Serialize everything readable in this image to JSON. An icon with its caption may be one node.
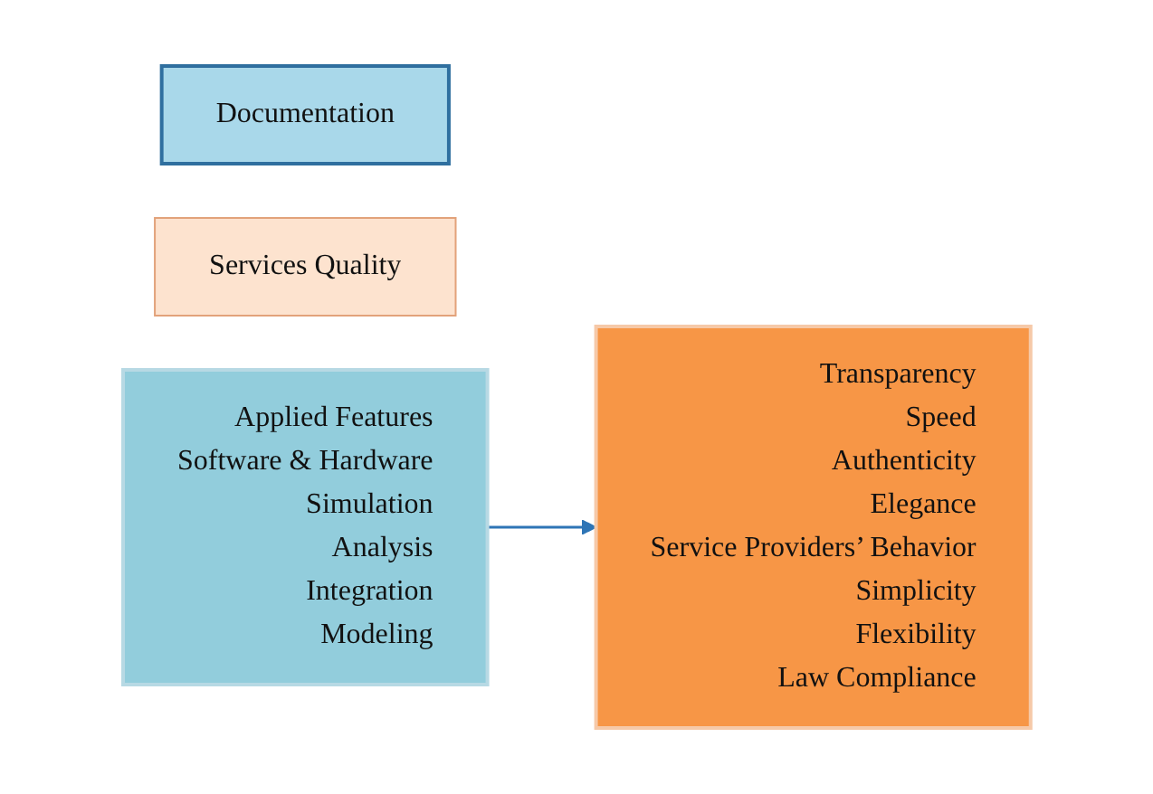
{
  "diagram": {
    "nodes": [
      {
        "text": [
          "Documentation"
        ]
      },
      {
        "text": [
          "Services Quality"
        ]
      },
      {
        "text": [
          "Applied Features",
          "Software & Hardware",
          "Simulation",
          "Analysis",
          "Integration",
          "Modeling"
        ]
      },
      {
        "text": [
          "Transparency",
          "Speed",
          "Authenticity",
          "Elegance",
          "Service Providers’ Behavior",
          "Simplicity",
          "Flexibility",
          "Law Compliance"
        ]
      }
    ],
    "edges": [
      {
        "from": 2,
        "to": 3,
        "arrow": "to"
      }
    ]
  }
}
